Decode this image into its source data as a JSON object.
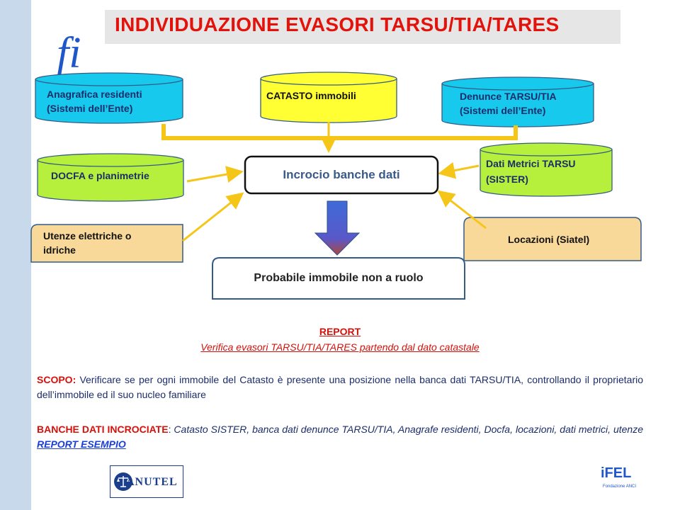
{
  "title": "INDIVIDUAZIONE EVASORI TARSU/TIA/TARES",
  "logo_text": "fi",
  "nodes": {
    "anagrafica": "Anagrafica residenti (Sistemi dell’Ente)",
    "anagrafica_l1": "Anagrafica residenti",
    "anagrafica_l2": "(Sistemi dell’Ente)",
    "catasto": "CATASTO immobili",
    "denunce_l1": "Denunce TARSU/TIA",
    "denunce_l2": "(Sistemi dell’Ente)",
    "docfa": "DOCFA e planimetrie",
    "dati_metrici_l1": "Dati Metrici TARSU",
    "dati_metrici_l2": "(SISTER)",
    "utenze_l1": "Utenze elettriche o",
    "utenze_l2": "idriche",
    "locazioni": "Locazioni (Siatel)",
    "incrocio": "Incrocio banche dati",
    "probabile": "Probabile immobile non a ruolo"
  },
  "report": {
    "title": "REPORT",
    "subtitle": "Verifica evasori TARSU/TIA/TARES partendo dal dato catastale"
  },
  "scopo": {
    "label": "SCOPO:",
    "text": " Verificare se per ogni immobile del Catasto è presente una posizione nella banca dati TARSU/TIA, controllando il proprietario dell’immobile ed il suo nucleo familiare"
  },
  "banche": {
    "label": "BANCHE DATI INCROCIATE",
    "colon": ":",
    "text": " Catasto SISTER, banca dati denunce TARSU/TIA, Anagrafe residenti, Docfa, locazioni, dati metrici, utenze ",
    "link": "REPORT ESEMPIO"
  },
  "footer": {
    "anutel": "ANUTEL",
    "ifel": "iFEL",
    "ifel_sub": "Fondazione ANCI"
  },
  "colors": {
    "cyan": "#18c9ee",
    "yellow": "#ffff33",
    "lime": "#b7f03c",
    "peach": "#f9d99a",
    "arrow": "#f5c518",
    "title_red": "#e3120b",
    "outline_blue": "#345c86"
  }
}
